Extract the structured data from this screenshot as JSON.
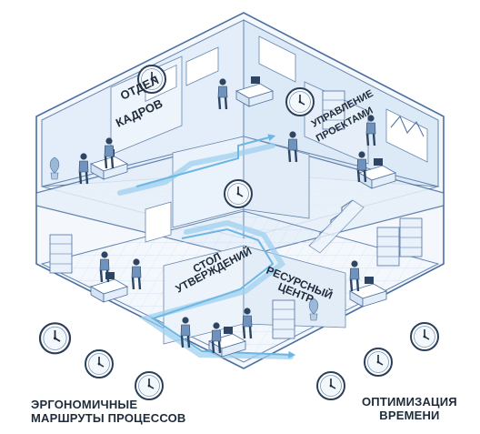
{
  "rooms": {
    "hr": {
      "line1": "ОТДЕЛ",
      "line2": "КАДРОВ"
    },
    "pm": {
      "line1": "УПРАВЛЕНИЕ",
      "line2": "ПРОЕКТАМИ"
    },
    "approval": {
      "line1": "СТОЛ",
      "line2": "УТВЕРЖДЕНИЙ"
    },
    "resource": {
      "line1": "РЕСУРСНЫЙ",
      "line2": "ЦЕНТР"
    }
  },
  "captions": {
    "left": {
      "line1": "ЭРГОНОМИЧНЫЕ",
      "line2": "МАРШРУТЫ ПРОЦЕССОВ"
    },
    "right": {
      "line1": "ОПТИМИЗАЦИЯ",
      "line2": "ВРЕМЕНИ"
    }
  },
  "icons": [
    "clock-icon",
    "person-icon",
    "desk-icon",
    "chair-icon",
    "plant-icon",
    "cabinet-icon",
    "arrow-icon"
  ],
  "colors": {
    "line": "#4a6fa0",
    "wall": "#e3eefa",
    "floor": "#f2f7fd",
    "path": "#9fd0ef",
    "dark": "#1e2b3a"
  }
}
